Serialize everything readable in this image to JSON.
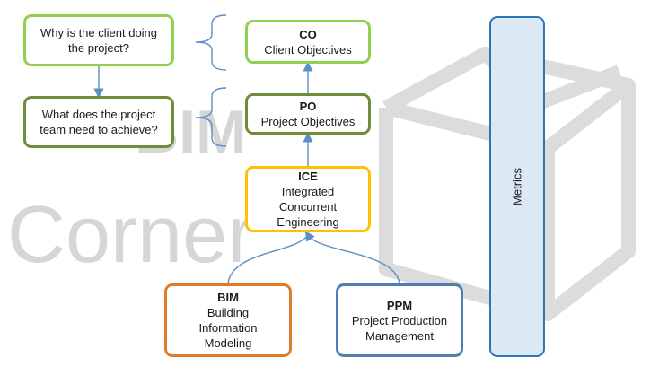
{
  "watermark": {
    "line1": "BIM",
    "line2": "Corner"
  },
  "questions": {
    "client_why": [
      "Why is the client doing",
      "the project?"
    ],
    "team_what": [
      "What does the project",
      "team need to achieve?"
    ]
  },
  "nodes": {
    "co": {
      "abbr": "CO",
      "name": [
        "Client Objectives"
      ]
    },
    "po": {
      "abbr": "PO",
      "name": [
        "Project Objectives"
      ]
    },
    "ice": {
      "abbr": "ICE",
      "name": [
        "Integrated",
        "Concurrent",
        "Engineering"
      ]
    },
    "bim": {
      "abbr": "BIM",
      "name": [
        "Building",
        "Information",
        "Modeling"
      ]
    },
    "ppm": {
      "abbr": "PPM",
      "name": [
        "Project Production",
        "Management"
      ]
    }
  },
  "metrics": {
    "label": "Metrics"
  },
  "colors": {
    "light_green": "#92d050",
    "olive_green": "#6e8c3a",
    "gold": "#ffc000",
    "orange": "#e07a26",
    "steel_blue": "#4f7fb2",
    "metrics_fill": "#dde8f5",
    "connector": "#5b8fc7",
    "watermark": "#d9d9d9"
  }
}
